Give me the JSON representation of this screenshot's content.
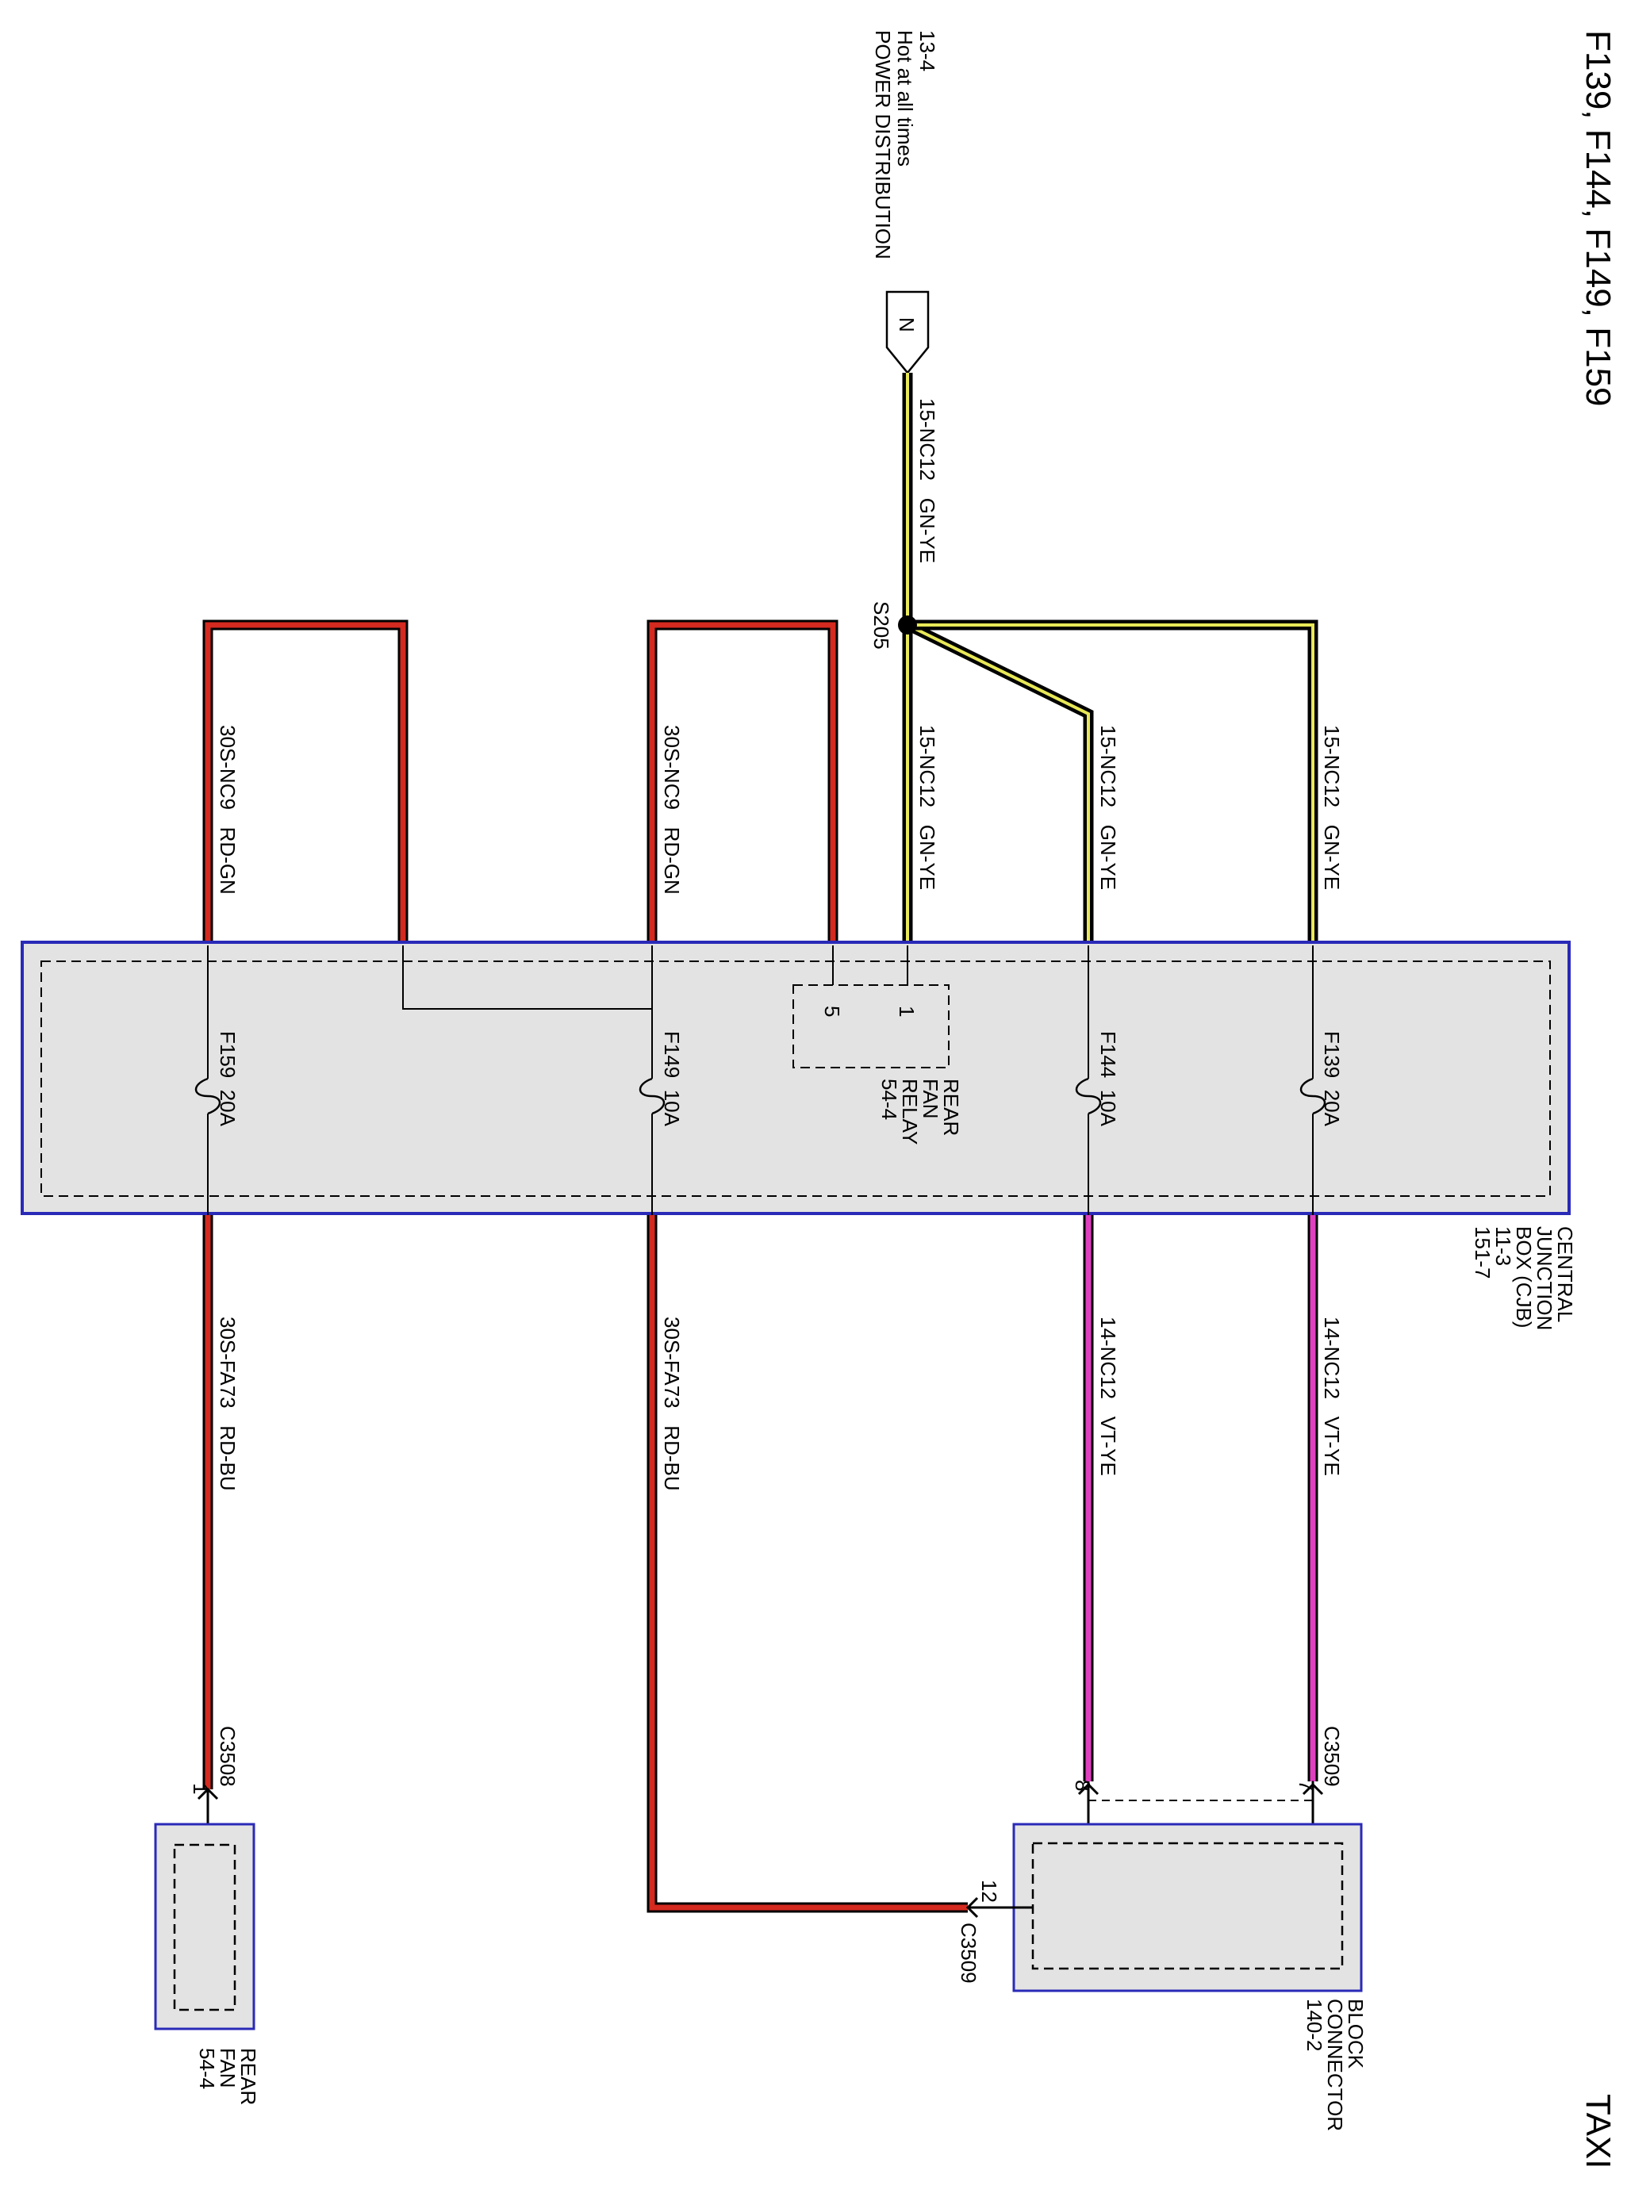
{
  "title": "F139, F144, F149, F159",
  "vehicle": "TAXI",
  "power_source": {
    "ref": "13-4",
    "line1": "Hot at all times",
    "line2": "POWER DISTRIBUTION",
    "connector_label": "N"
  },
  "splice": "S205",
  "wires": {
    "feed": "15-NC12   GN-YE",
    "relay_feed": "15-NC12   GN-YE",
    "f144_feed": "15-NC12   GN-YE",
    "f139_feed": "15-NC12   GN-YE",
    "f159_loop": "30S-NC9   RD-GN",
    "f149_loop": "30S-NC9   RD-GN",
    "f159_out": "30S-FA73   RD-BU",
    "f149_out": "30S-FA73   RD-BU",
    "f144_out": "14-NC12   VT-YE",
    "f139_out": "14-NC12   VT-YE"
  },
  "cjb": {
    "line1": "CENTRAL",
    "line2": "JUNCTION",
    "line3": "BOX (CJB)",
    "line4": "11-3",
    "line5": "151-7"
  },
  "fuses": {
    "f159": "F159  20A",
    "f149": "F149  10A",
    "f144": "F144  10A",
    "f139": "F139  20A"
  },
  "relay": {
    "pin_a": "1",
    "pin_b": "5",
    "line1": "REAR",
    "line2": "FAN",
    "line3": "RELAY",
    "line4": "54-4"
  },
  "connectors": {
    "c3508": "C3508",
    "c3508_pin": "1",
    "c3509_top": "C3509",
    "pin7": "7",
    "pin8": "8",
    "c3509_bottom": "C3509",
    "pin12": "12"
  },
  "block_connector": {
    "line1": "BLOCK",
    "line2": "CONNECTOR",
    "line3": "140-2"
  },
  "rear_fan": {
    "line1": "REAR",
    "line2": "FAN",
    "line3": "54-4"
  },
  "colors": {
    "GN-YE": "#e8e858",
    "RD-GN": "#d42a1f",
    "RD-BU": "#d42a1f",
    "VT-YE": "#e040c0",
    "box_border": "#2a2ab8",
    "box_fill": "#e3e3e3"
  }
}
